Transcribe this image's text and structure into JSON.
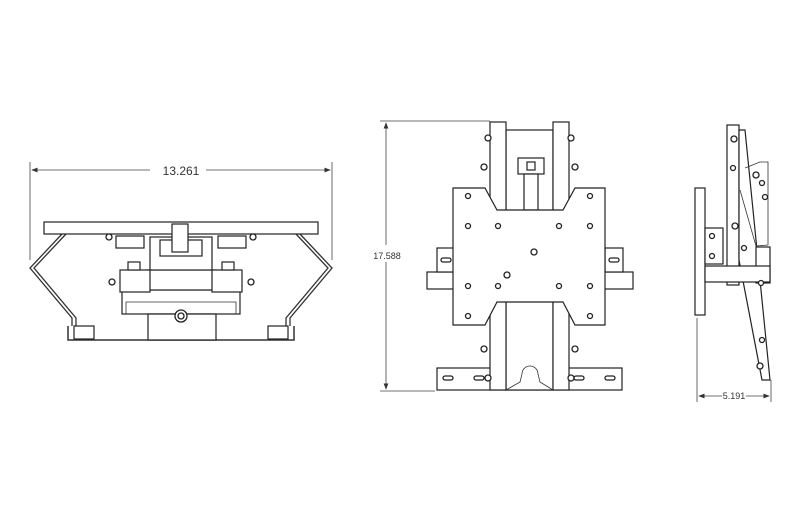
{
  "drawing": {
    "front_view": {
      "width_dimension": "13.261"
    },
    "top_view": {
      "height_dimension": "17.588"
    },
    "side_view": {
      "depth_dimension": "5.191"
    }
  },
  "colors": {
    "line": "#222222",
    "background": "#ffffff"
  }
}
